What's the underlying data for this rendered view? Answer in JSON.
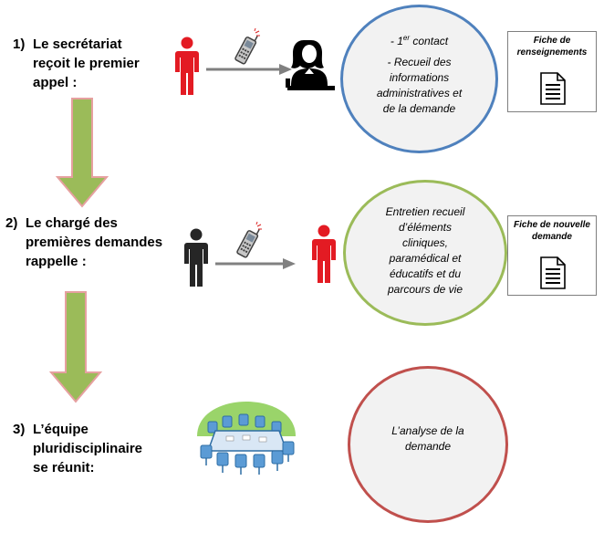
{
  "steps": [
    {
      "number": "1)",
      "label_lines": [
        "Le secrétariat",
        "reçoit le premier",
        "appel :"
      ]
    },
    {
      "number": "2)",
      "label_lines": [
        "Le chargé des",
        "premières demandes",
        "rappelle :"
      ]
    },
    {
      "number": "3)",
      "label_lines": [
        "L’équipe",
        "pluridisciplinaire",
        "se réunit:"
      ]
    }
  ],
  "circles": [
    {
      "lines_a": [
        "- 1",
        "er",
        " contact"
      ],
      "lines_b": [
        "- Recueil des",
        "informations",
        "administratives et",
        "de la demande"
      ],
      "border_color": "#4f81bd"
    },
    {
      "lines": [
        "Entretien recueil",
        "d’éléments",
        "cliniques,",
        "paramédical  et",
        "éducatifs  et du",
        "parcours de vie"
      ],
      "border_color": "#9bbb59"
    },
    {
      "lines": [
        "L’analyse de la",
        "demande"
      ],
      "border_color": "#c0504d"
    }
  ],
  "fiches": [
    {
      "title_lines": [
        "Fiche de",
        "renseignements"
      ]
    },
    {
      "title_lines": [
        "Fiche de nouvelle",
        "demande"
      ]
    }
  ],
  "icons": {
    "person_red": "person-icon",
    "person_black": "person-icon",
    "phone": "mobile-phone-icon",
    "secretary": "secretary-icon",
    "document": "document-icon",
    "meeting": "meeting-room-icon"
  },
  "colors": {
    "red_person": "#e31b23",
    "black_person": "#262626",
    "flow_arrow_fill": "#9bbb59",
    "flow_arrow_border": "#e6a0a0",
    "connector_arrow": "#808080"
  }
}
